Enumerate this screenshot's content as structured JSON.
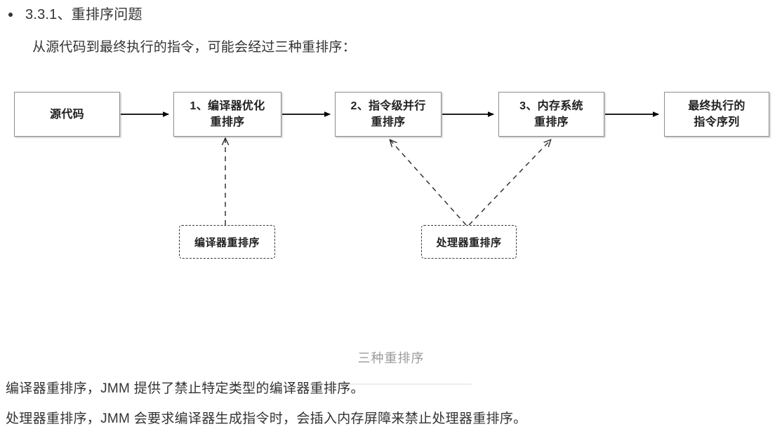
{
  "heading": {
    "bullet": "•",
    "text": "3.3.1、重排序问题"
  },
  "intro": "从源代码到最终执行的指令，可能会经过三种重排序：",
  "diagram": {
    "caption": "三种重排序",
    "nodes": [
      {
        "id": "source-code",
        "label": "源代码"
      },
      {
        "id": "compiler-optimize",
        "label": "1、编译器优化\n重排序"
      },
      {
        "id": "instruction-level",
        "label": "2、指令级并行\n重排序"
      },
      {
        "id": "memory-system",
        "label": "3、内存系统\n重排序"
      },
      {
        "id": "final-instructions",
        "label": "最终执行的\n指令序列"
      }
    ],
    "annotations": [
      {
        "id": "compiler-reorder",
        "label": "编译器重排序"
      },
      {
        "id": "processor-reorder",
        "label": "处理器重排序"
      }
    ],
    "colors": {
      "node_border": "#8c8c8c",
      "arrow_solid": "#000000",
      "arrow_dashed": "#333333",
      "caption_text": "#9b9b9b"
    }
  },
  "paragraphs": [
    "编译器重排序，JMM 提供了禁止特定类型的编译器重排序。",
    "处理器重排序，JMM 会要求编译器生成指令时，会插入内存屏障来禁止处理器重排序。"
  ]
}
